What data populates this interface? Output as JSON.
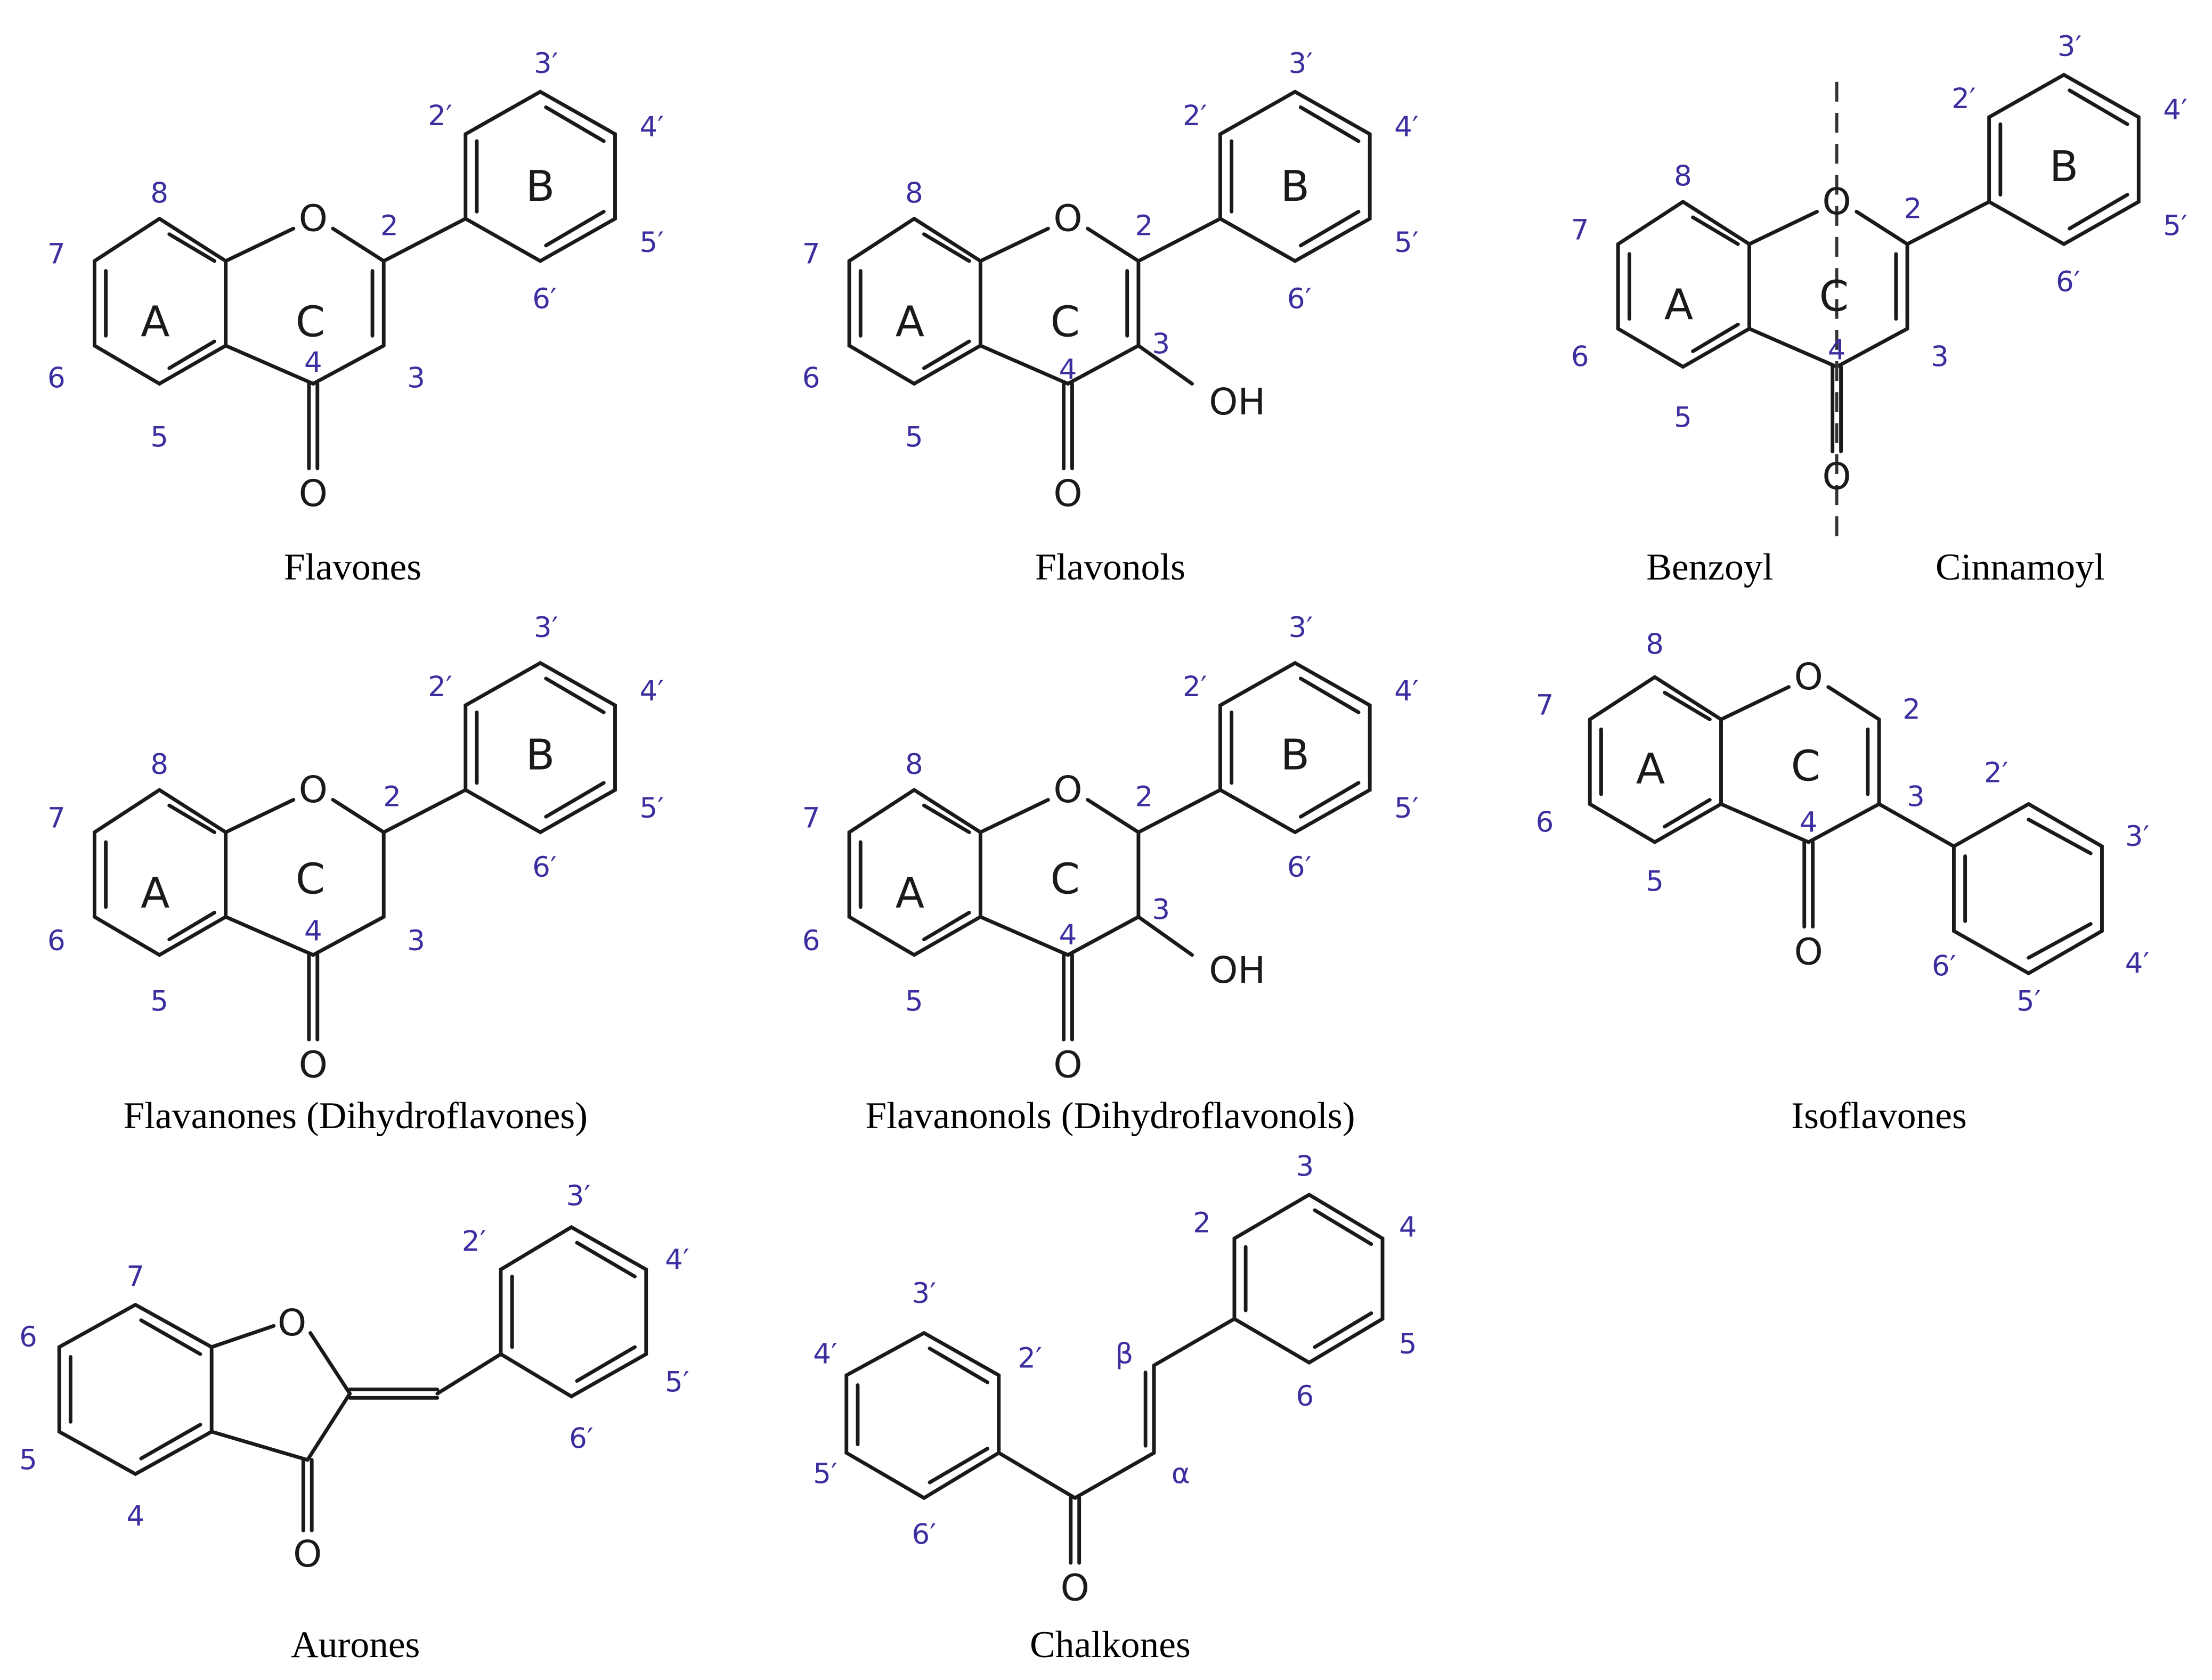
{
  "figure": {
    "panels": [
      {
        "id": "flavones",
        "caption": "Flavones"
      },
      {
        "id": "flavonols",
        "caption": "Flavonols",
        "substituent": "OH"
      },
      {
        "id": "benzoyl-cinnamoyl",
        "caption_left": "Benzoyl",
        "caption_right": "Cinnamoyl"
      },
      {
        "id": "flavanones",
        "caption": "Flavanones (Dihydroflavones)"
      },
      {
        "id": "flavanonols",
        "caption": "Flavanonols (Dihydroflavonols)",
        "substituent": "OH"
      },
      {
        "id": "isoflavones",
        "caption": "Isoflavones"
      },
      {
        "id": "aurones",
        "caption": "Aurones"
      },
      {
        "id": "chalkones",
        "caption": "Chalkones"
      }
    ],
    "atoms": {
      "oxygen": "O",
      "hydroxyl": "OH"
    },
    "ring_labels": {
      "a": "A",
      "b": "B",
      "c": "C"
    },
    "positions": {
      "p2": "2",
      "p3": "3",
      "p4": "4",
      "p5": "5",
      "p6": "6",
      "p7": "7",
      "p8": "8",
      "p2p": "2′",
      "p3p": "3′",
      "p4p": "4′",
      "p5p": "5′",
      "p6p": "6′",
      "alpha": "α",
      "beta": "β"
    },
    "colors": {
      "bond": "#1a1a1a",
      "position_label": "#3b2fa0",
      "caption": "#000000"
    }
  }
}
